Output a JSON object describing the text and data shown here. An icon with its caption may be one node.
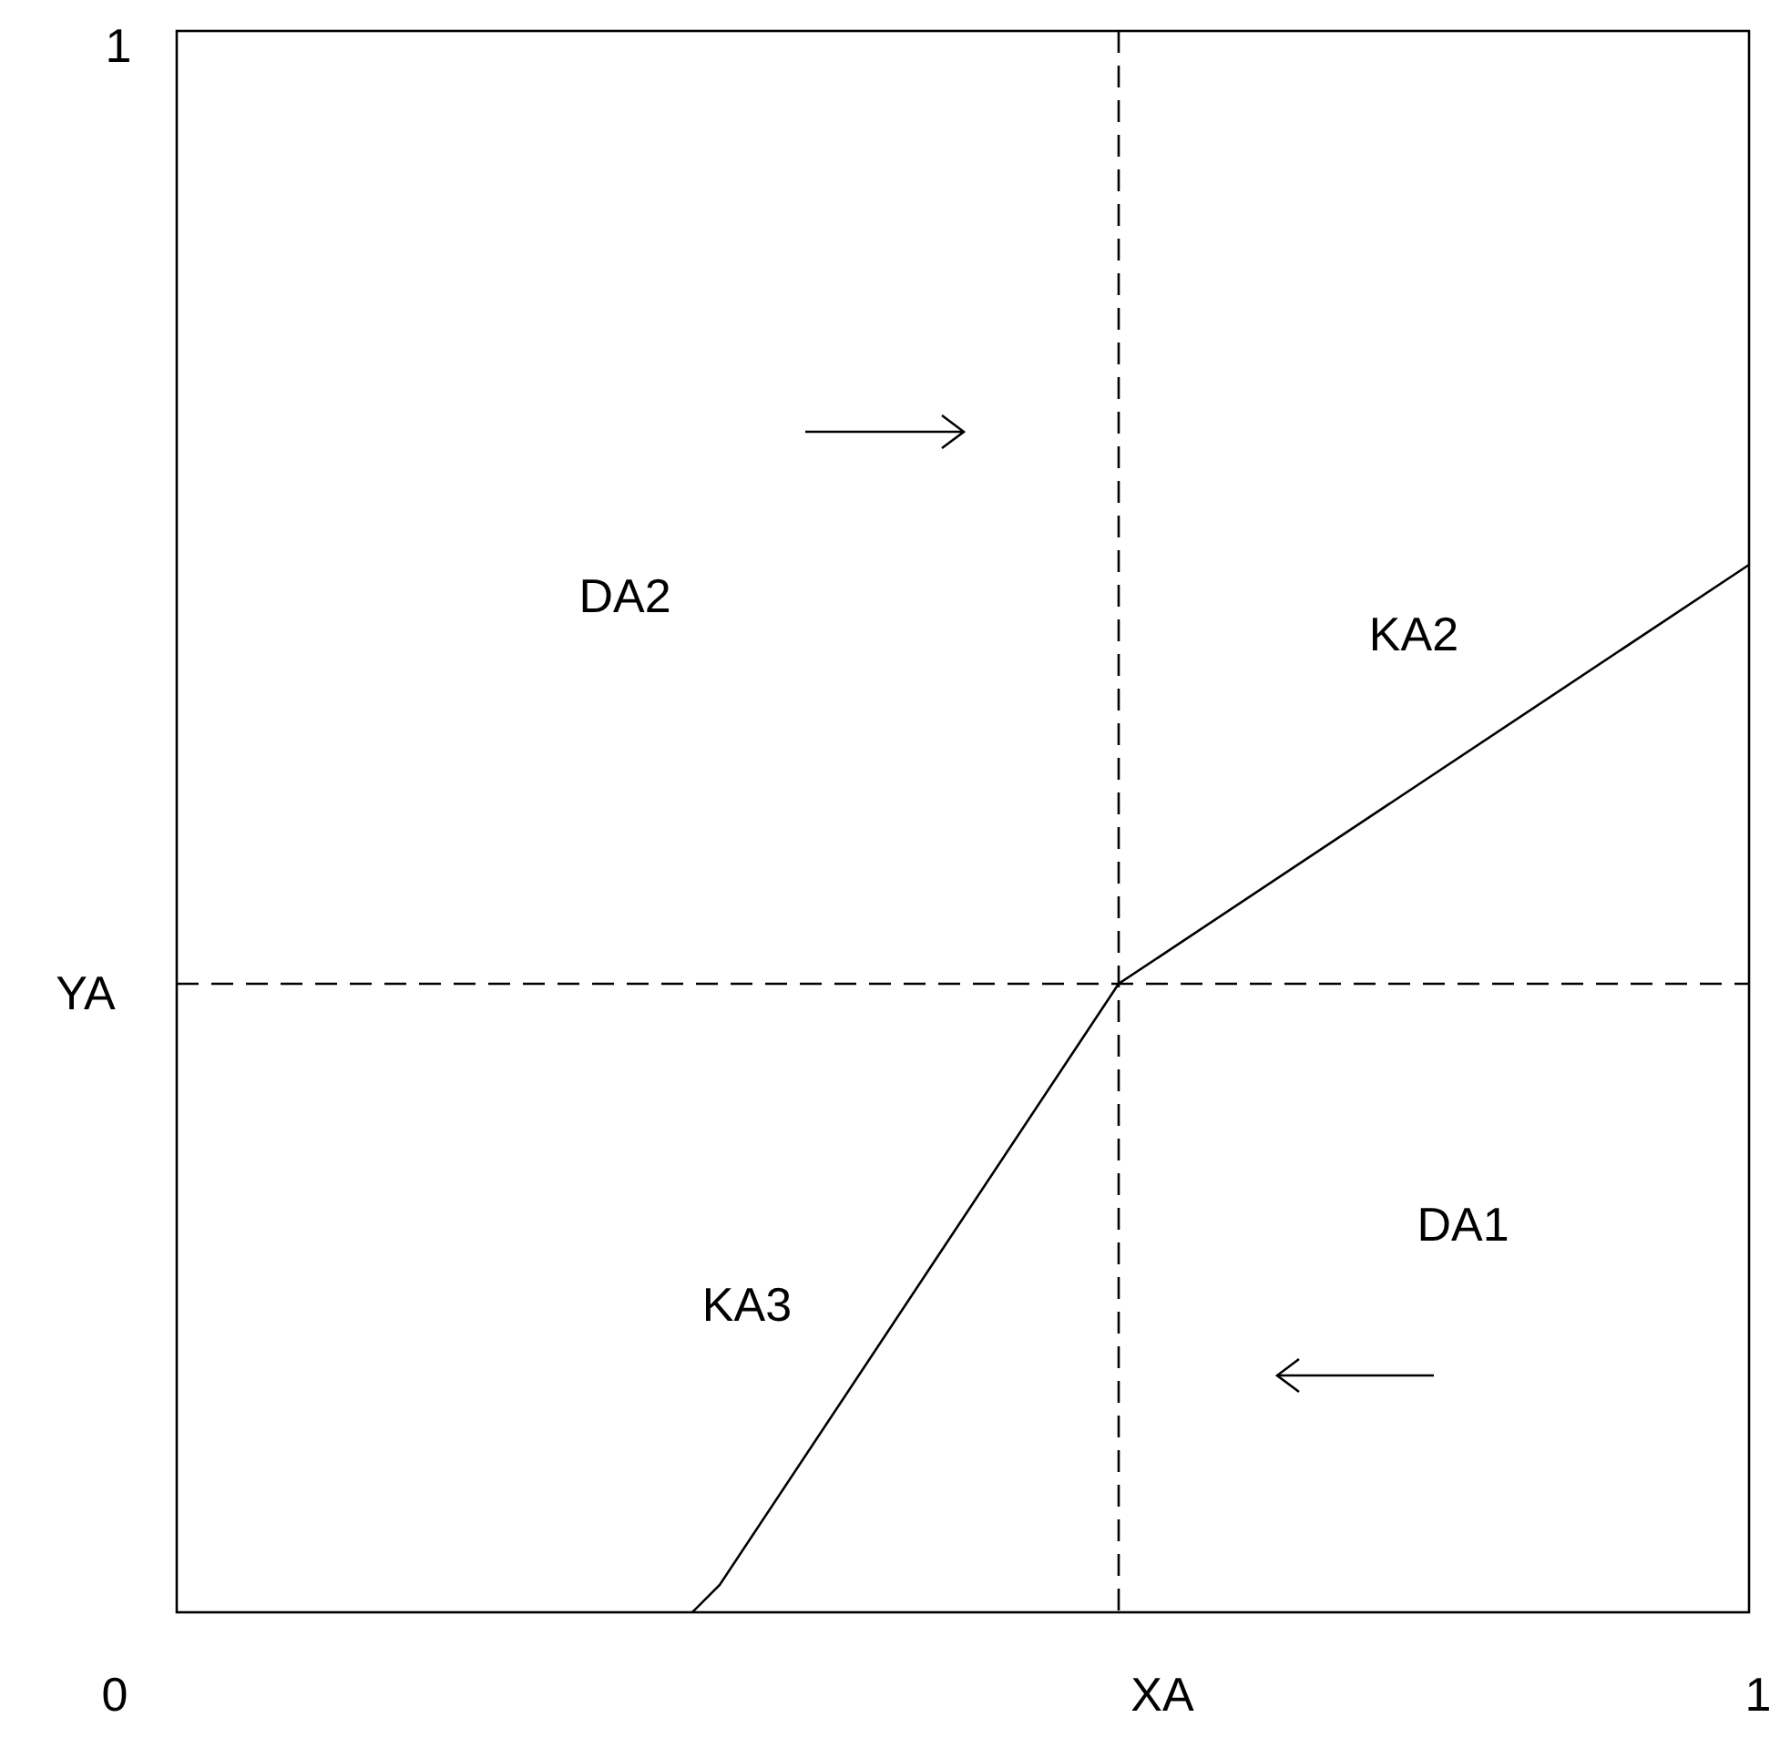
{
  "diagram": {
    "labels": [
      "1",
      "DA2",
      "KA2",
      "YA",
      "DA1",
      "KA3",
      "0",
      "XA",
      "1"
    ]
  }
}
